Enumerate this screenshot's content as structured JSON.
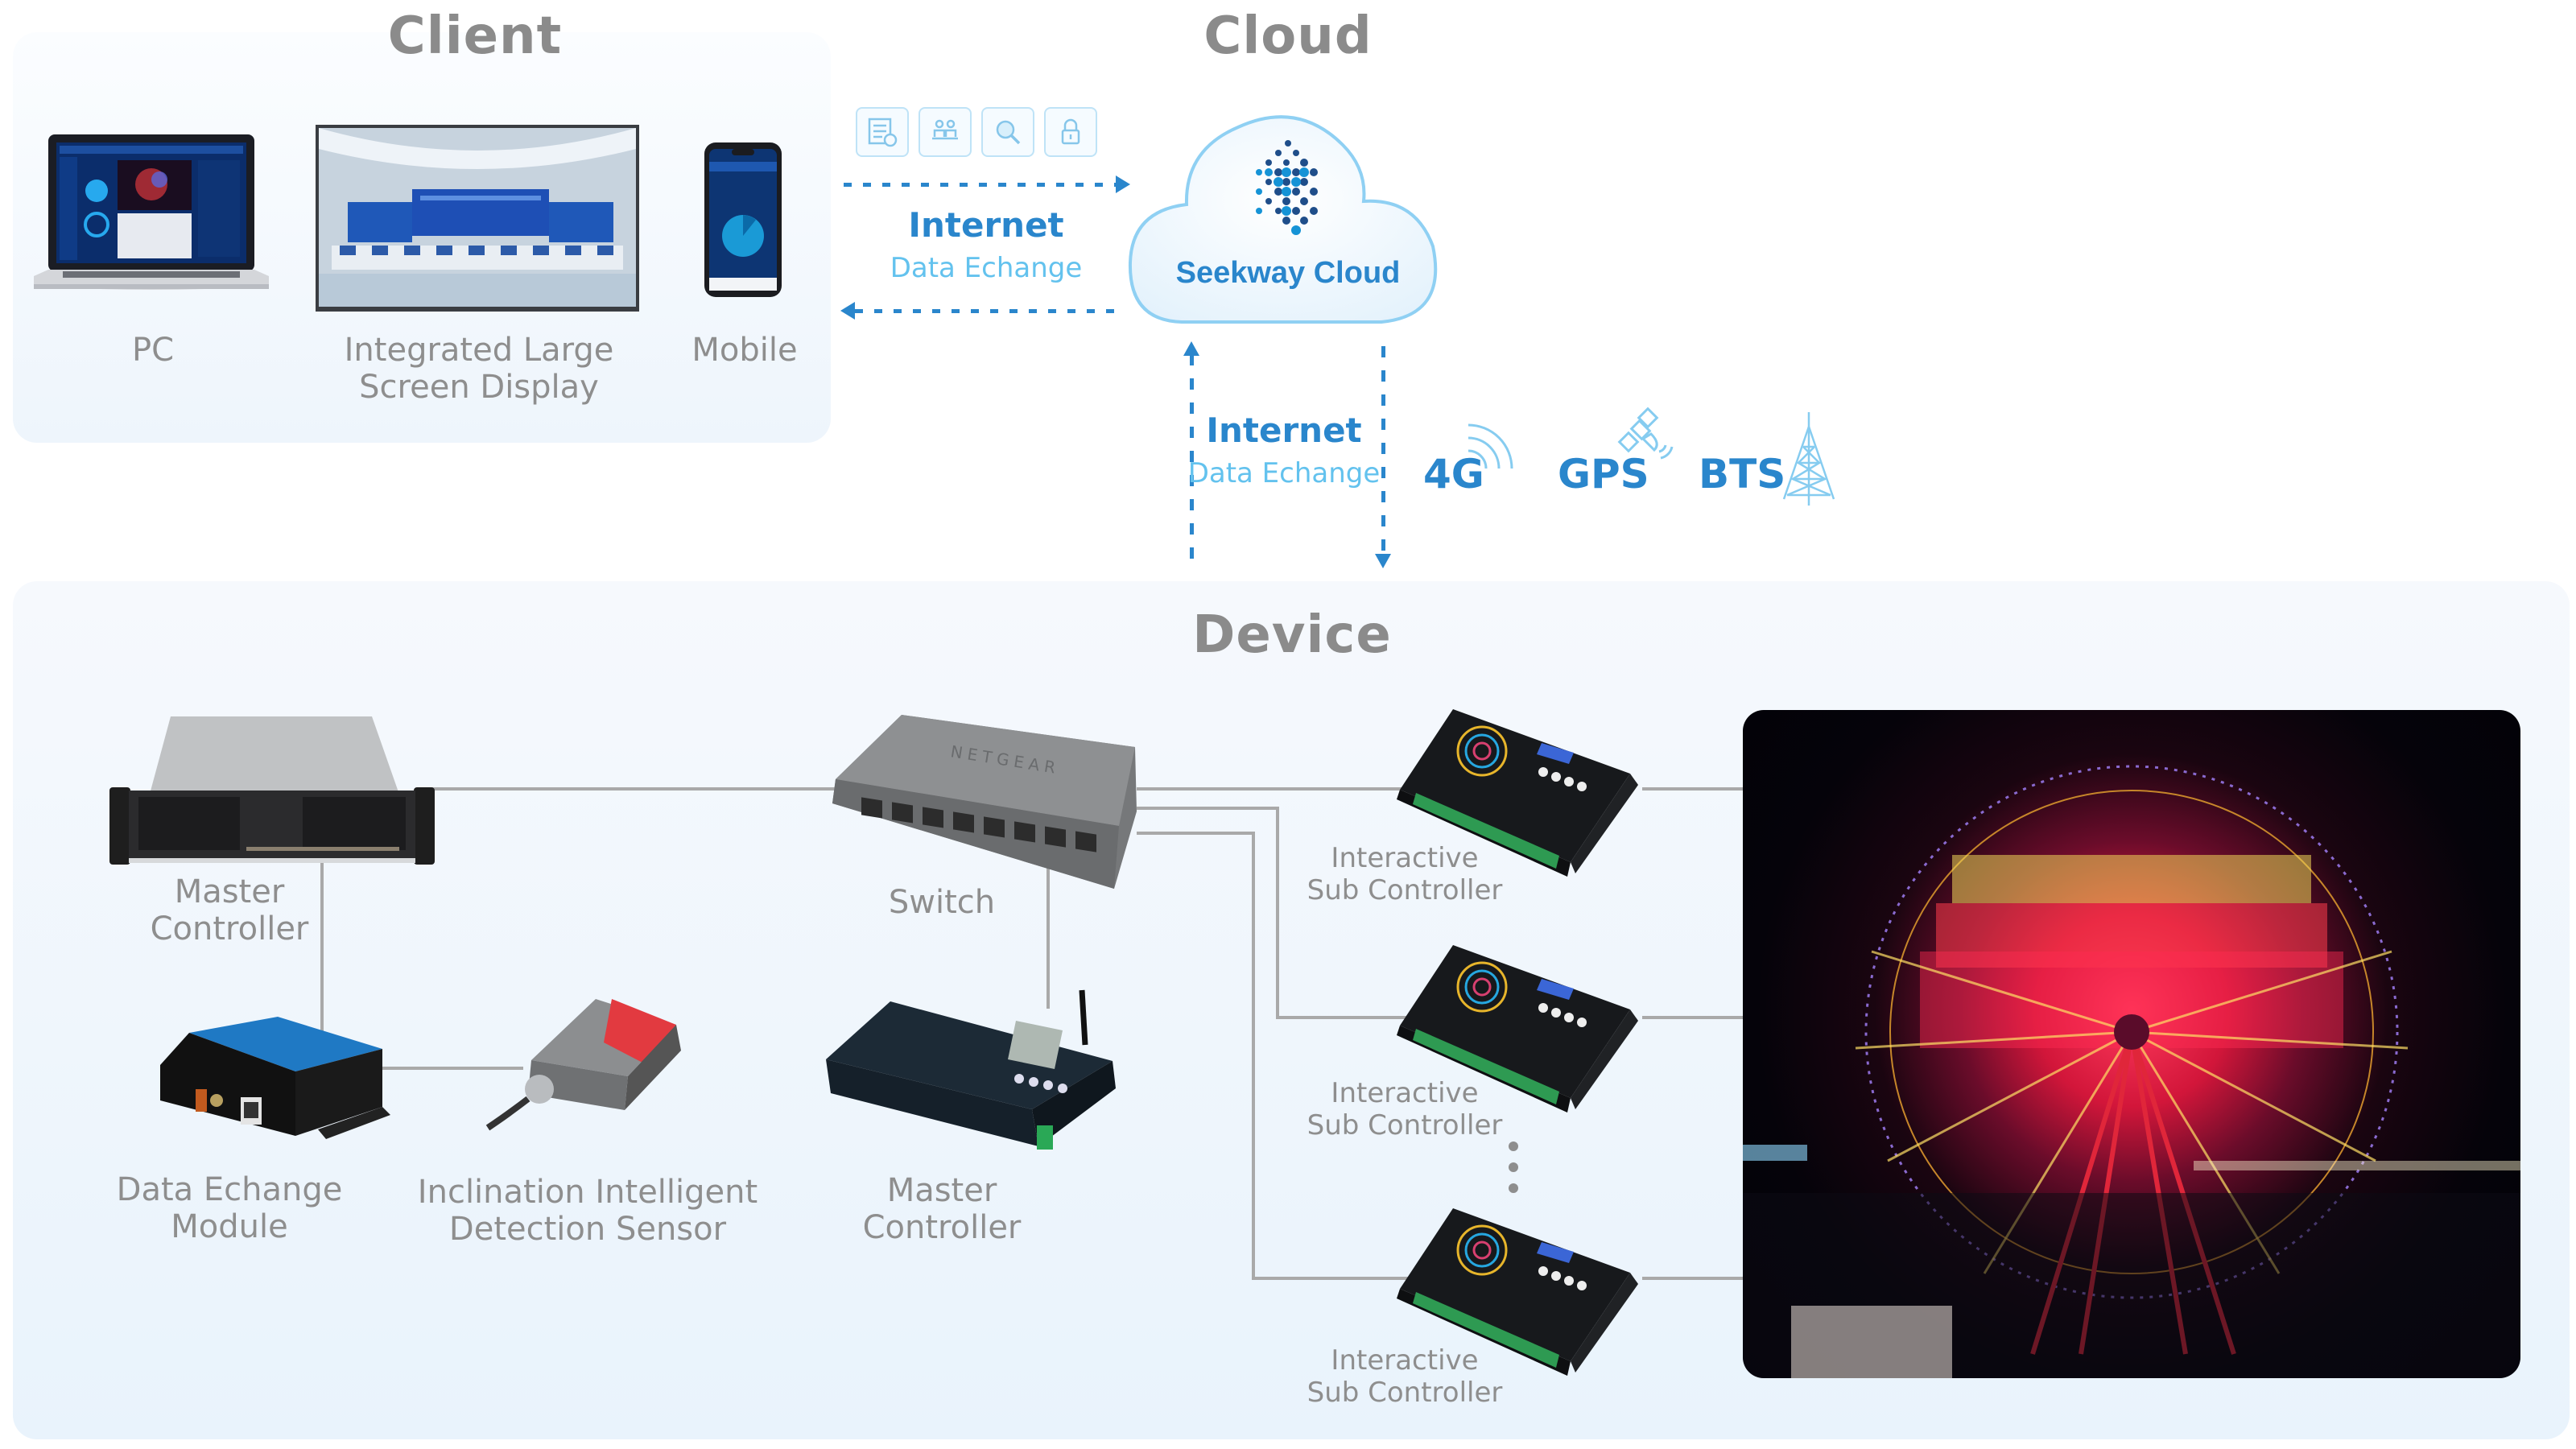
{
  "sections": {
    "client": "Client",
    "cloud": "Cloud",
    "device": "Device"
  },
  "client": {
    "items": [
      {
        "label": "PC",
        "icon": "laptop-icon"
      },
      {
        "label": "Integrated Large\nScreen Display",
        "icon": "large-screen-icon"
      },
      {
        "label": "Mobile",
        "icon": "mobile-phone-icon"
      }
    ]
  },
  "cloud": {
    "name": "Seekway Cloud",
    "service_icons": [
      "schedule-list-icon",
      "users-icon",
      "search-icon",
      "lock-icon"
    ],
    "link_top": {
      "title": "Internet",
      "subtitle": "Data Echange"
    },
    "link_bottom": {
      "title": "Internet",
      "subtitle": "Data Echange"
    },
    "network_types": [
      "4G",
      "GPS",
      "BTS"
    ]
  },
  "device": {
    "items": [
      {
        "label": "Master\nController",
        "icon": "rack-server-icon"
      },
      {
        "label": "Switch",
        "icon": "network-switch-icon"
      },
      {
        "label": "Data Echange\nModule",
        "icon": "data-module-icon"
      },
      {
        "label": "Inclination Intelligent\nDetection Sensor",
        "icon": "inclination-sensor-icon"
      },
      {
        "label": "Master\nController",
        "icon": "led-controller-icon"
      },
      {
        "label": "Interactive\nSub Controller",
        "icon": "sub-controller-icon"
      },
      {
        "label": "Interactive\nSub Controller",
        "icon": "sub-controller-icon"
      },
      {
        "label": "Interactive\nSub Controller",
        "icon": "sub-controller-icon"
      }
    ],
    "photo": "ferris-wheel-night-photo"
  },
  "colors": {
    "accent_blue": "#2a86cc",
    "light_blue": "#63c2ee",
    "title_gray": "#8b8b8b",
    "line_gray": "#a9a9a9"
  }
}
